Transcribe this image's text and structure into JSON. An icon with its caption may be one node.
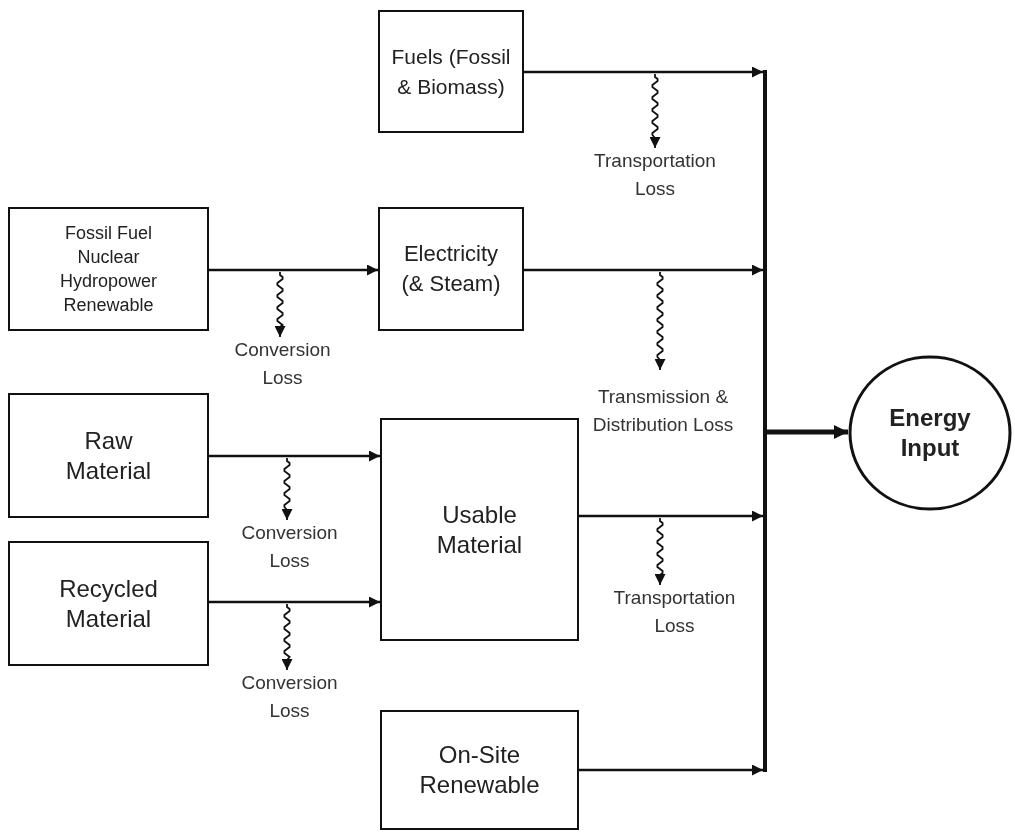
{
  "diagram": {
    "nodes": [
      {
        "text": [
          "Fuels (Fossil & Biomass)"
        ]
      },
      {
        "text": [
          "Fossil Fuel Nuclear Hydropower Renewable"
        ]
      },
      {
        "text": [
          "Electricity (& Steam)"
        ]
      },
      {
        "text": [
          "Raw Material"
        ]
      },
      {
        "text": [
          "Recycled Material"
        ]
      },
      {
        "text": [
          "Usable Material"
        ]
      },
      {
        "text": [
          "On-Site Renewable"
        ]
      },
      {
        "text": [],
        "shape": "bar"
      },
      {
        "text": [
          "Energy Input"
        ]
      },
      {
        "text": [
          "Transportation Loss"
        ]
      },
      {
        "text": [
          "Conversion Loss"
        ]
      },
      {
        "text": [
          "Transmission & Distribution Loss"
        ]
      },
      {
        "text": [
          "Conversion Loss"
        ]
      },
      {
        "text": [
          "Transportation Loss"
        ]
      },
      {
        "text": [
          "Conversion Loss"
        ]
      }
    ],
    "edges": [
      {
        "from": 0,
        "to": 7,
        "arrow": "to"
      },
      {
        "from": 1,
        "to": 2,
        "arrow": "to"
      },
      {
        "from": 2,
        "to": 7,
        "arrow": "to"
      },
      {
        "from": 3,
        "to": 5,
        "arrow": "to"
      },
      {
        "from": 4,
        "to": 5,
        "arrow": "to"
      },
      {
        "from": 5,
        "to": 7,
        "arrow": "to"
      },
      {
        "from": 6,
        "to": 7,
        "arrow": "to"
      },
      {
        "from": 7,
        "to": 8,
        "arrow": "to",
        "style": "thick"
      },
      {
        "from": null,
        "to": 9,
        "arrow": "to"
      },
      {
        "from": null,
        "to": 10,
        "arrow": "to"
      },
      {
        "from": null,
        "to": 11,
        "arrow": "to"
      },
      {
        "from": null,
        "to": 12,
        "arrow": "to"
      },
      {
        "from": null,
        "to": 13,
        "arrow": "to"
      },
      {
        "from": null,
        "to": 14,
        "arrow": "to"
      }
    ]
  }
}
